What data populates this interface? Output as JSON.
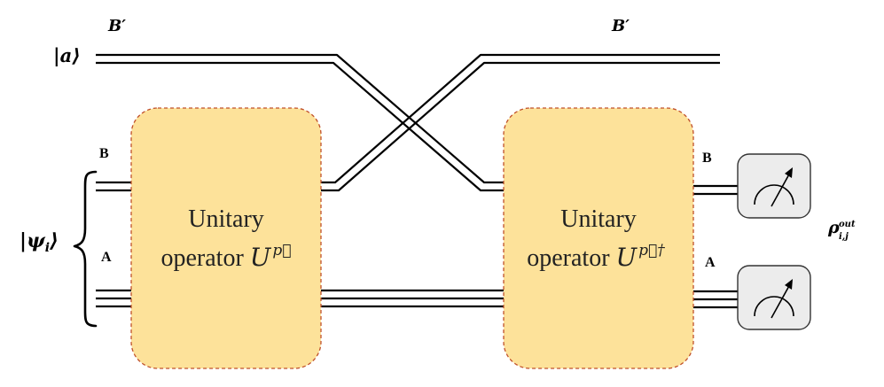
{
  "diagram": {
    "labels": {
      "ancilla_ket": "|a⟩",
      "input_ket": "|ψ",
      "input_ket_sub": "i",
      "input_ket_close": "⟩",
      "b_prime_left": "B′",
      "b_prime_right": "B′",
      "b_left": "B",
      "a_left": "A",
      "b_right": "B",
      "a_right": "A",
      "rho_base": "ρ",
      "rho_sub": "i,j",
      "rho_sup": "out"
    },
    "boxes": {
      "left": {
        "line1": "Unitary",
        "line2_text": "operator",
        "line2_symbol": "U",
        "line2_sup": "p⃗"
      },
      "right": {
        "line1": "Unitary",
        "line2_text": "operator",
        "line2_symbol": "U",
        "line2_sup": "p⃗†"
      }
    },
    "meters": [
      {
        "name": "measurement-meter-b"
      },
      {
        "name": "measurement-meter-a"
      }
    ],
    "colors": {
      "box_fill": "#fde29a",
      "box_border": "#c0502a",
      "wire": "#000000",
      "meter_fill": "#ececec",
      "meter_border": "#333333"
    }
  }
}
